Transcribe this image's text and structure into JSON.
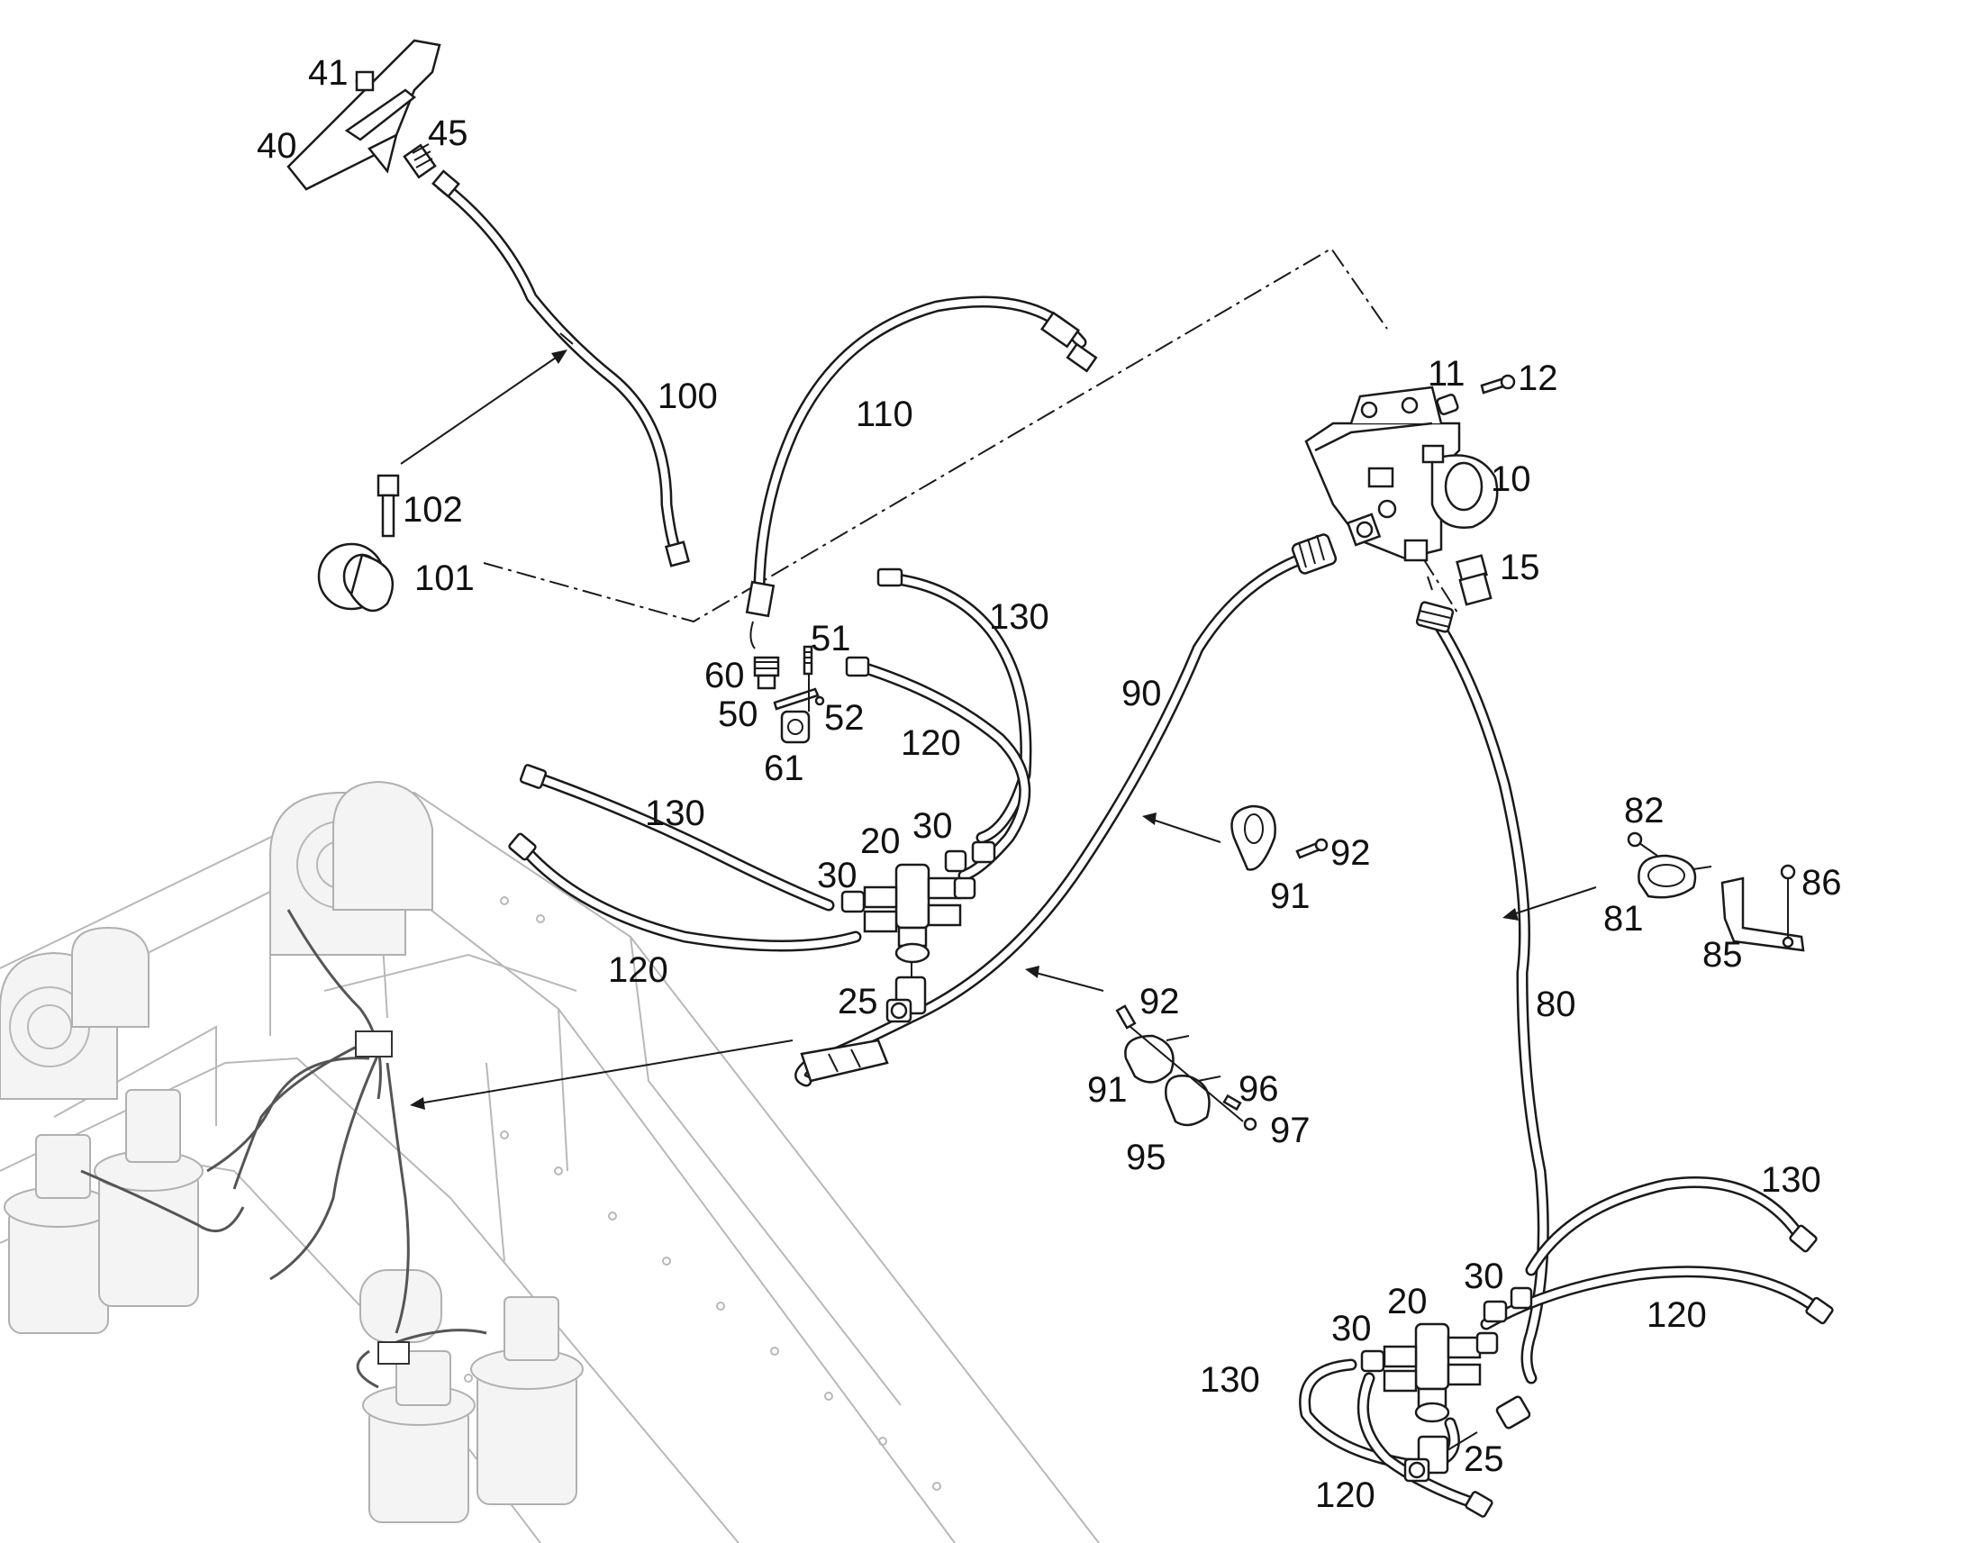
{
  "callouts": [
    {
      "id": "41",
      "text": "41"
    },
    {
      "id": "40",
      "text": "40"
    },
    {
      "id": "45",
      "text": "45"
    },
    {
      "id": "100",
      "text": "100"
    },
    {
      "id": "102",
      "text": "102"
    },
    {
      "id": "101",
      "text": "101"
    },
    {
      "id": "110",
      "text": "110"
    },
    {
      "id": "11",
      "text": "11"
    },
    {
      "id": "12",
      "text": "12"
    },
    {
      "id": "10",
      "text": "10"
    },
    {
      "id": "15",
      "text": "15"
    },
    {
      "id": "130a",
      "text": "130"
    },
    {
      "id": "51",
      "text": "51"
    },
    {
      "id": "60",
      "text": "60"
    },
    {
      "id": "50",
      "text": "50"
    },
    {
      "id": "52",
      "text": "52"
    },
    {
      "id": "61",
      "text": "61"
    },
    {
      "id": "120a",
      "text": "120"
    },
    {
      "id": "90",
      "text": "90"
    },
    {
      "id": "130b",
      "text": "130"
    },
    {
      "id": "20a",
      "text": "20"
    },
    {
      "id": "30a",
      "text": "30"
    },
    {
      "id": "30b",
      "text": "30"
    },
    {
      "id": "120b",
      "text": "120"
    },
    {
      "id": "25a",
      "text": "25"
    },
    {
      "id": "92a",
      "text": "92"
    },
    {
      "id": "91a",
      "text": "91"
    },
    {
      "id": "82",
      "text": "82"
    },
    {
      "id": "86",
      "text": "86"
    },
    {
      "id": "81",
      "text": "81"
    },
    {
      "id": "85",
      "text": "85"
    },
    {
      "id": "80",
      "text": "80"
    },
    {
      "id": "92b",
      "text": "92"
    },
    {
      "id": "91b",
      "text": "91"
    },
    {
      "id": "96",
      "text": "96"
    },
    {
      "id": "97",
      "text": "97"
    },
    {
      "id": "95",
      "text": "95"
    },
    {
      "id": "130c",
      "text": "130"
    },
    {
      "id": "30c",
      "text": "30"
    },
    {
      "id": "20b",
      "text": "20"
    },
    {
      "id": "120c",
      "text": "120"
    },
    {
      "id": "30d",
      "text": "30"
    },
    {
      "id": "130d",
      "text": "130"
    },
    {
      "id": "25b",
      "text": "25"
    },
    {
      "id": "120d",
      "text": "120"
    }
  ]
}
